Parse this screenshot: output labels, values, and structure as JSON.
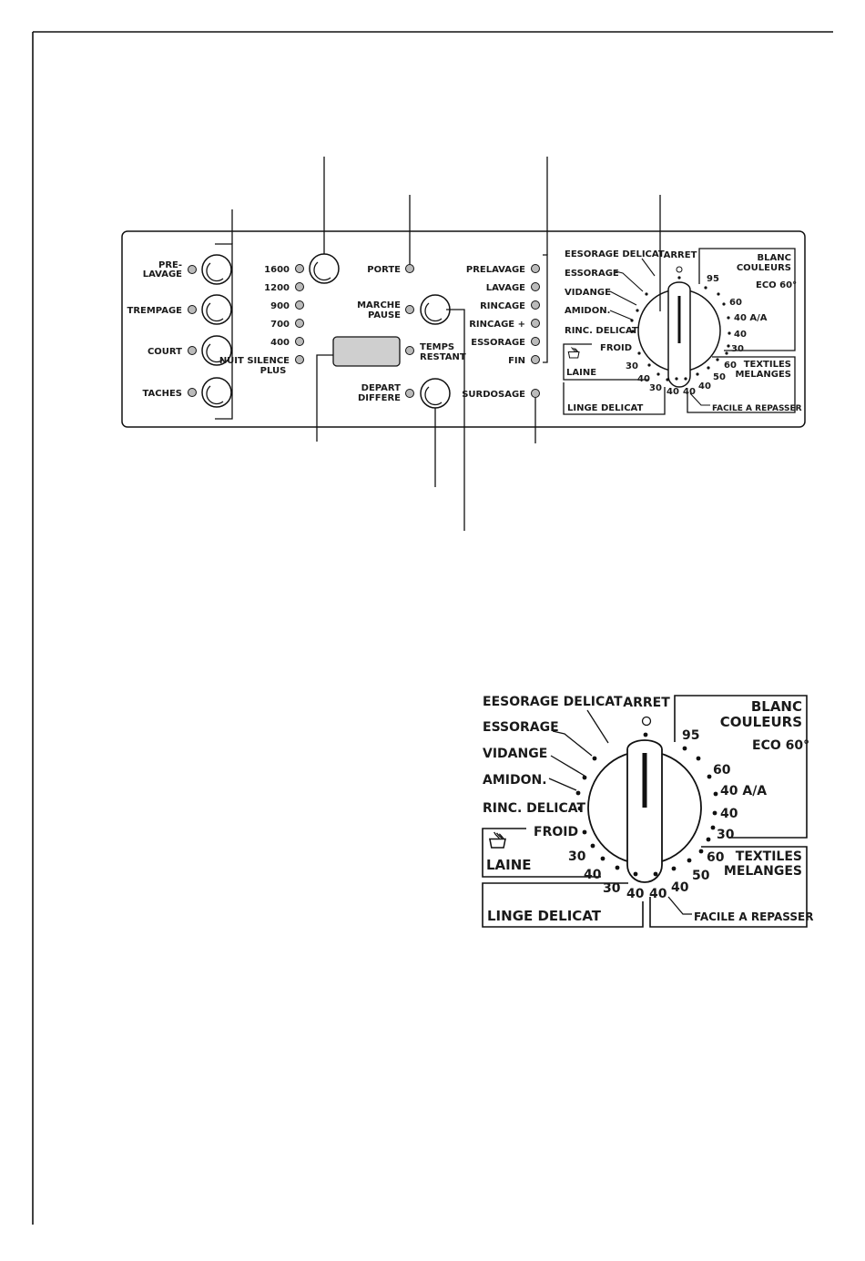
{
  "panel": {
    "left_buttons": [
      {
        "lines": [
          "PRE-",
          "LAVAGE"
        ]
      },
      {
        "lines": [
          "TREMPAGE"
        ]
      },
      {
        "lines": [
          "COURT"
        ]
      },
      {
        "lines": [
          "TACHES"
        ]
      }
    ],
    "spin_speeds": [
      "1600",
      "1200",
      "900",
      "700",
      "400"
    ],
    "night_option": [
      "NUIT SILENCE",
      "PLUS"
    ],
    "door": "PORTE",
    "start_pause": [
      "MARCHE",
      "PAUSE"
    ],
    "time_left": [
      "TEMPS",
      "RESTANT"
    ],
    "delay_start": [
      "DEPART",
      "DIFFERE"
    ],
    "phases": [
      "PRELAVAGE",
      "LAVAGE",
      "RINCAGE",
      "RINCAGE +",
      "ESSORAGE",
      "FIN"
    ],
    "overdose": "SURDOSAGE"
  },
  "dial": {
    "off": "ARRET",
    "left_programs": [
      "EESORAGE DELICAT",
      "ESSORAGE",
      "VIDANGE",
      "AMIDON.",
      "RINC. DELICAT",
      "FROID"
    ],
    "wool": {
      "label": "LAINE",
      "temps": [
        "30",
        "40"
      ]
    },
    "delicate": {
      "label": "LINGE DELICAT",
      "temps": [
        "30",
        "40"
      ]
    },
    "easy_iron": {
      "label": "FACILE A REPASSER",
      "temps": [
        "40",
        "40",
        "50"
      ]
    },
    "mixed": {
      "lines": [
        "TEXTILES",
        "MELANGES"
      ],
      "temps": [
        "60"
      ]
    },
    "white_colored": {
      "lines": [
        "BLANC",
        "COULEURS"
      ],
      "temps": [
        "95",
        "ECO 60°",
        "60",
        "40 A/A",
        "40",
        "30"
      ]
    }
  }
}
